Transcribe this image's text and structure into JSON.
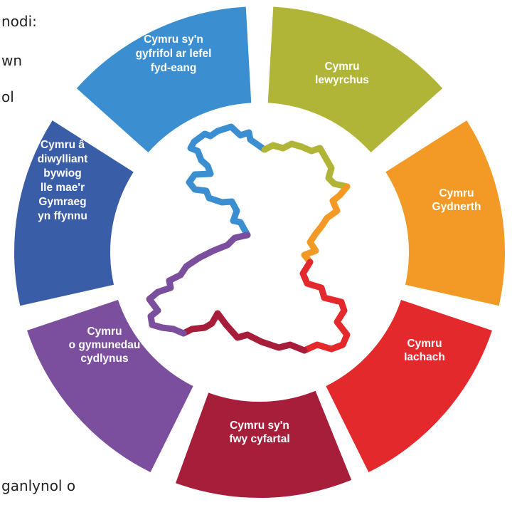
{
  "text_fragments": [
    {
      "id": "frag-1",
      "text": "nodi:"
    },
    {
      "id": "frag-2",
      "text": "wn"
    },
    {
      "id": "frag-3",
      "text": "ol"
    },
    {
      "id": "frag-4",
      "text": "ganlynol o"
    }
  ],
  "goals": [
    {
      "id": "goal-prosperous",
      "lines": [
        "Cymru",
        "lewyrchus"
      ],
      "color": "#b0b537"
    },
    {
      "id": "goal-resilient",
      "lines": [
        "Cymru",
        "Gydnerth"
      ],
      "color": "#f29a25"
    },
    {
      "id": "goal-healthier",
      "lines": [
        "Cymru",
        "Iachach"
      ],
      "color": "#e4292c"
    },
    {
      "id": "goal-more-equal",
      "lines": [
        "Cymru sy'n",
        "fwy cyfartal"
      ],
      "color": "#a61e3a"
    },
    {
      "id": "goal-cohesive-communities",
      "lines": [
        "Cymru",
        "o gymunedau",
        "cydlynus"
      ],
      "color": "#7b4f9e"
    },
    {
      "id": "goal-vibrant-culture",
      "lines": [
        "Cymru â",
        "diwylliant",
        "bywiog",
        "lle mae'r",
        "Gymraeg",
        "yn ffynnu"
      ],
      "color": "#3a5da7"
    },
    {
      "id": "goal-globally-responsible",
      "lines": [
        "Cymru sy'n",
        "gyfrifol ar lefel",
        "fyd-eang"
      ],
      "color": "#3b8fd0"
    }
  ]
}
